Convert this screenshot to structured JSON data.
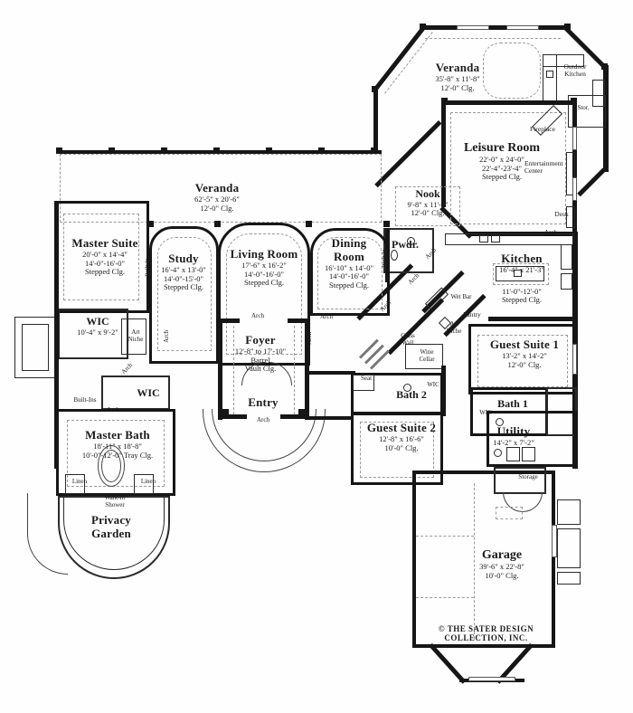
{
  "copyright": {
    "line1": "© THE SATER DESIGN",
    "line2": "COLLECTION, INC."
  },
  "rooms": {
    "veranda_rear": {
      "name": "Veranda",
      "dims": "35'-8\" x 11'-8\"",
      "clg": "12'-0\" Clg."
    },
    "outdoor_kitchen": {
      "name": "Outdoor Kitchen"
    },
    "leisure_room": {
      "name": "Leisure Room",
      "dims": "22'-0\" x 24'-0\"",
      "dims2": "22'-4\"-23'-4\"",
      "clg": "Stepped Clg."
    },
    "nook": {
      "name": "Nook",
      "dims": "9'-8\" x 11'-2\"",
      "clg": "12'-0\" Clg."
    },
    "veranda_main": {
      "name": "Veranda",
      "dims": "62'-5\" x 20'-6\"",
      "clg": "12'-0\" Clg."
    },
    "master_suite": {
      "name": "Master Suite",
      "dims": "20'-0\" x 14'-4\"",
      "dims2": "14'-0\"-16'-0\"",
      "clg": "Stepped Clg."
    },
    "study": {
      "name": "Study",
      "dims": "16'-4\" x 13'-0\"",
      "dims2": "14'-0\"-15'-0\"",
      "clg": "Stepped Clg."
    },
    "living_room": {
      "name": "Living Room",
      "dims": "17'-6\" x 16'-2\"",
      "dims2": "14'-0\"-16'-0\"",
      "clg": "Stepped Clg."
    },
    "dining_room": {
      "name": "Dining Room",
      "dims": "16'-10\" x 14'-0\"",
      "dims2": "14'-0\"-16'-0\"",
      "clg": "Stepped Clg."
    },
    "pwdr": {
      "name": "Pwdr."
    },
    "kitchen": {
      "name": "Kitchen",
      "dims": "16'-4\" x 21'-3\"",
      "dims2": "11'-0\"-12'-0\"",
      "clg": "Stepped Clg."
    },
    "wic_master": {
      "name": "WIC",
      "dims": "10'-4\" x 9'-2\""
    },
    "wic_hall": {
      "name": "WIC"
    },
    "foyer": {
      "name": "Foyer",
      "dims": "12'-8\" to 17'-10\"",
      "clg1": "Barrel",
      "clg2": "Vault Clg."
    },
    "entry": {
      "name": "Entry"
    },
    "guest_suite_1": {
      "name": "Guest Suite 1",
      "dims": "13'-2\" x 14'-2\"",
      "clg": "12'-0\" Clg."
    },
    "bath_2": {
      "name": "Bath 2"
    },
    "bath_1": {
      "name": "Bath 1"
    },
    "master_bath": {
      "name": "Master Bath",
      "dims": "18'-11\" x 18'-8\"",
      "clg": "10'-0\"-12'-0\" Tray Clg."
    },
    "guest_suite_2": {
      "name": "Guest Suite 2",
      "dims": "12'-8\" x 16'-6\"",
      "clg": "10'-0\" Clg."
    },
    "utility": {
      "name": "Utility",
      "dims": "14'-2\" x 7'-2\""
    },
    "privacy_garden": {
      "line1": "Privacy",
      "line2": "Garden"
    },
    "garage": {
      "name": "Garage",
      "dims": "39'-6\" x 22'-8\"",
      "clg": "10'-0\" Clg."
    }
  },
  "labels": {
    "arch": "Arch",
    "art": "Art",
    "niche": "Niche",
    "wet_bar": "Wet Bar",
    "pantry": "Pantry",
    "glass": "Glass",
    "wall": "Wall",
    "wine": "Wine",
    "cellar": "Cellar",
    "seat": "Seat",
    "wic": "WIC",
    "built_ins": "Built-Ins",
    "built_in": "Built-In",
    "linen": "Linen",
    "walk_in": "Walk-In",
    "shower": "Shower",
    "storage": "Storage",
    "stor": "Stor.",
    "fireplace": "Fireplace",
    "entertainment": "Entertainment",
    "center": "Center",
    "desk": "Desk"
  }
}
